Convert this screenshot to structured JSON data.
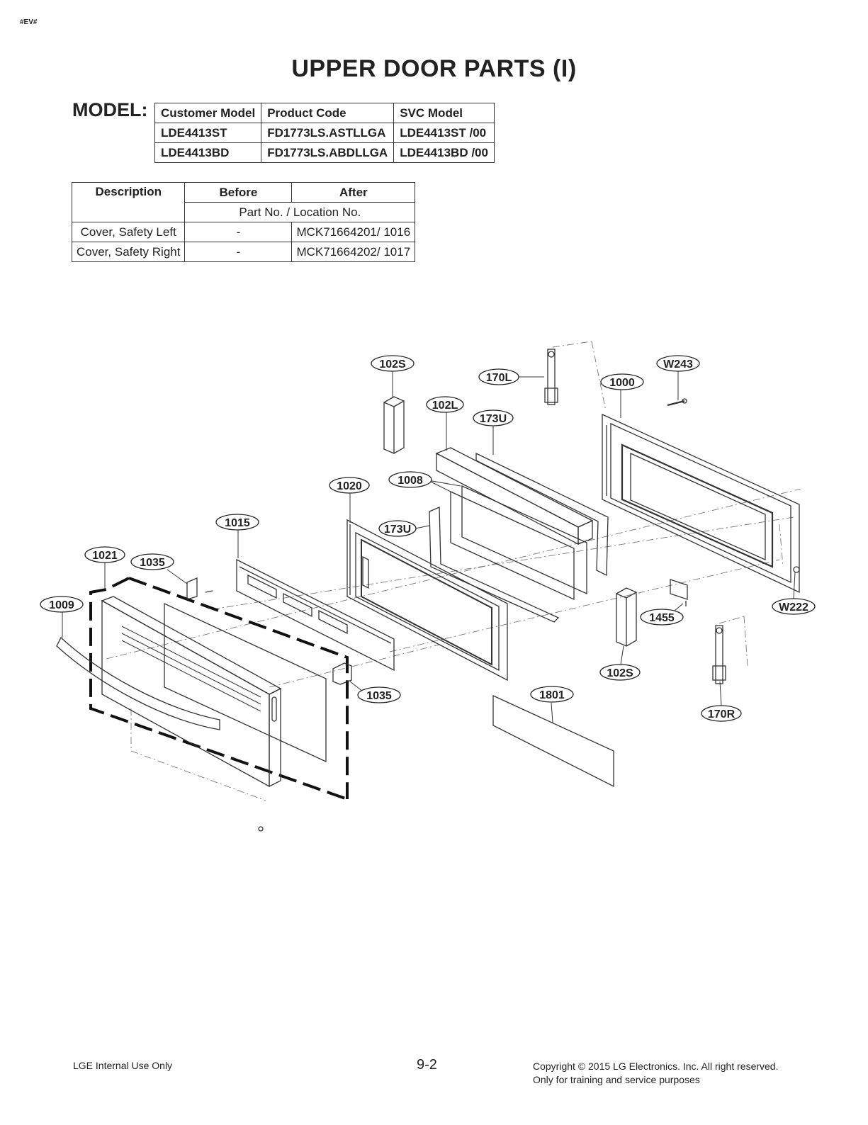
{
  "doc_tag": "#EV#",
  "title": "UPPER DOOR PARTS (I)",
  "model_label": "MODEL:",
  "model_table": {
    "headers": [
      "Customer Model",
      "Product Code",
      "SVC Model"
    ],
    "rows": [
      [
        "LDE4413ST",
        "FD1773LS.ASTLLGA",
        "LDE4413ST /00"
      ],
      [
        "LDE4413BD",
        "FD1773LS.ABDLLGA",
        "LDE4413BD /00"
      ]
    ]
  },
  "change_table": {
    "headers": [
      "Description",
      "Before",
      "After"
    ],
    "subheader": "Part No. / Location No.",
    "rows": [
      [
        "Cover, Safety Left",
        "-",
        "MCK71664201/ 1016"
      ],
      [
        "Cover, Safety Right",
        "-",
        "MCK71664202/ 1017"
      ]
    ]
  },
  "part_labels": {
    "p102S_top": "102S",
    "p170L": "170L",
    "p1000": "1000",
    "pW243": "W243",
    "p102L": "102L",
    "p173U_top": "173U",
    "p1008": "1008",
    "p1020": "1020",
    "p173U_mid": "173U",
    "p1015": "1015",
    "p1021": "1021",
    "p1035_top": "1035",
    "p1009": "1009",
    "pW222": "W222",
    "p1455": "1455",
    "p102S_bot": "102S",
    "p1035_bot": "1035",
    "p1801": "1801",
    "p170R": "170R"
  },
  "footer": {
    "left": "LGE Internal Use Only",
    "page": "9-2",
    "copyright": "Copyright © 2015 LG Electronics. Inc. All right reserved.",
    "note": "Only for training and service purposes"
  }
}
